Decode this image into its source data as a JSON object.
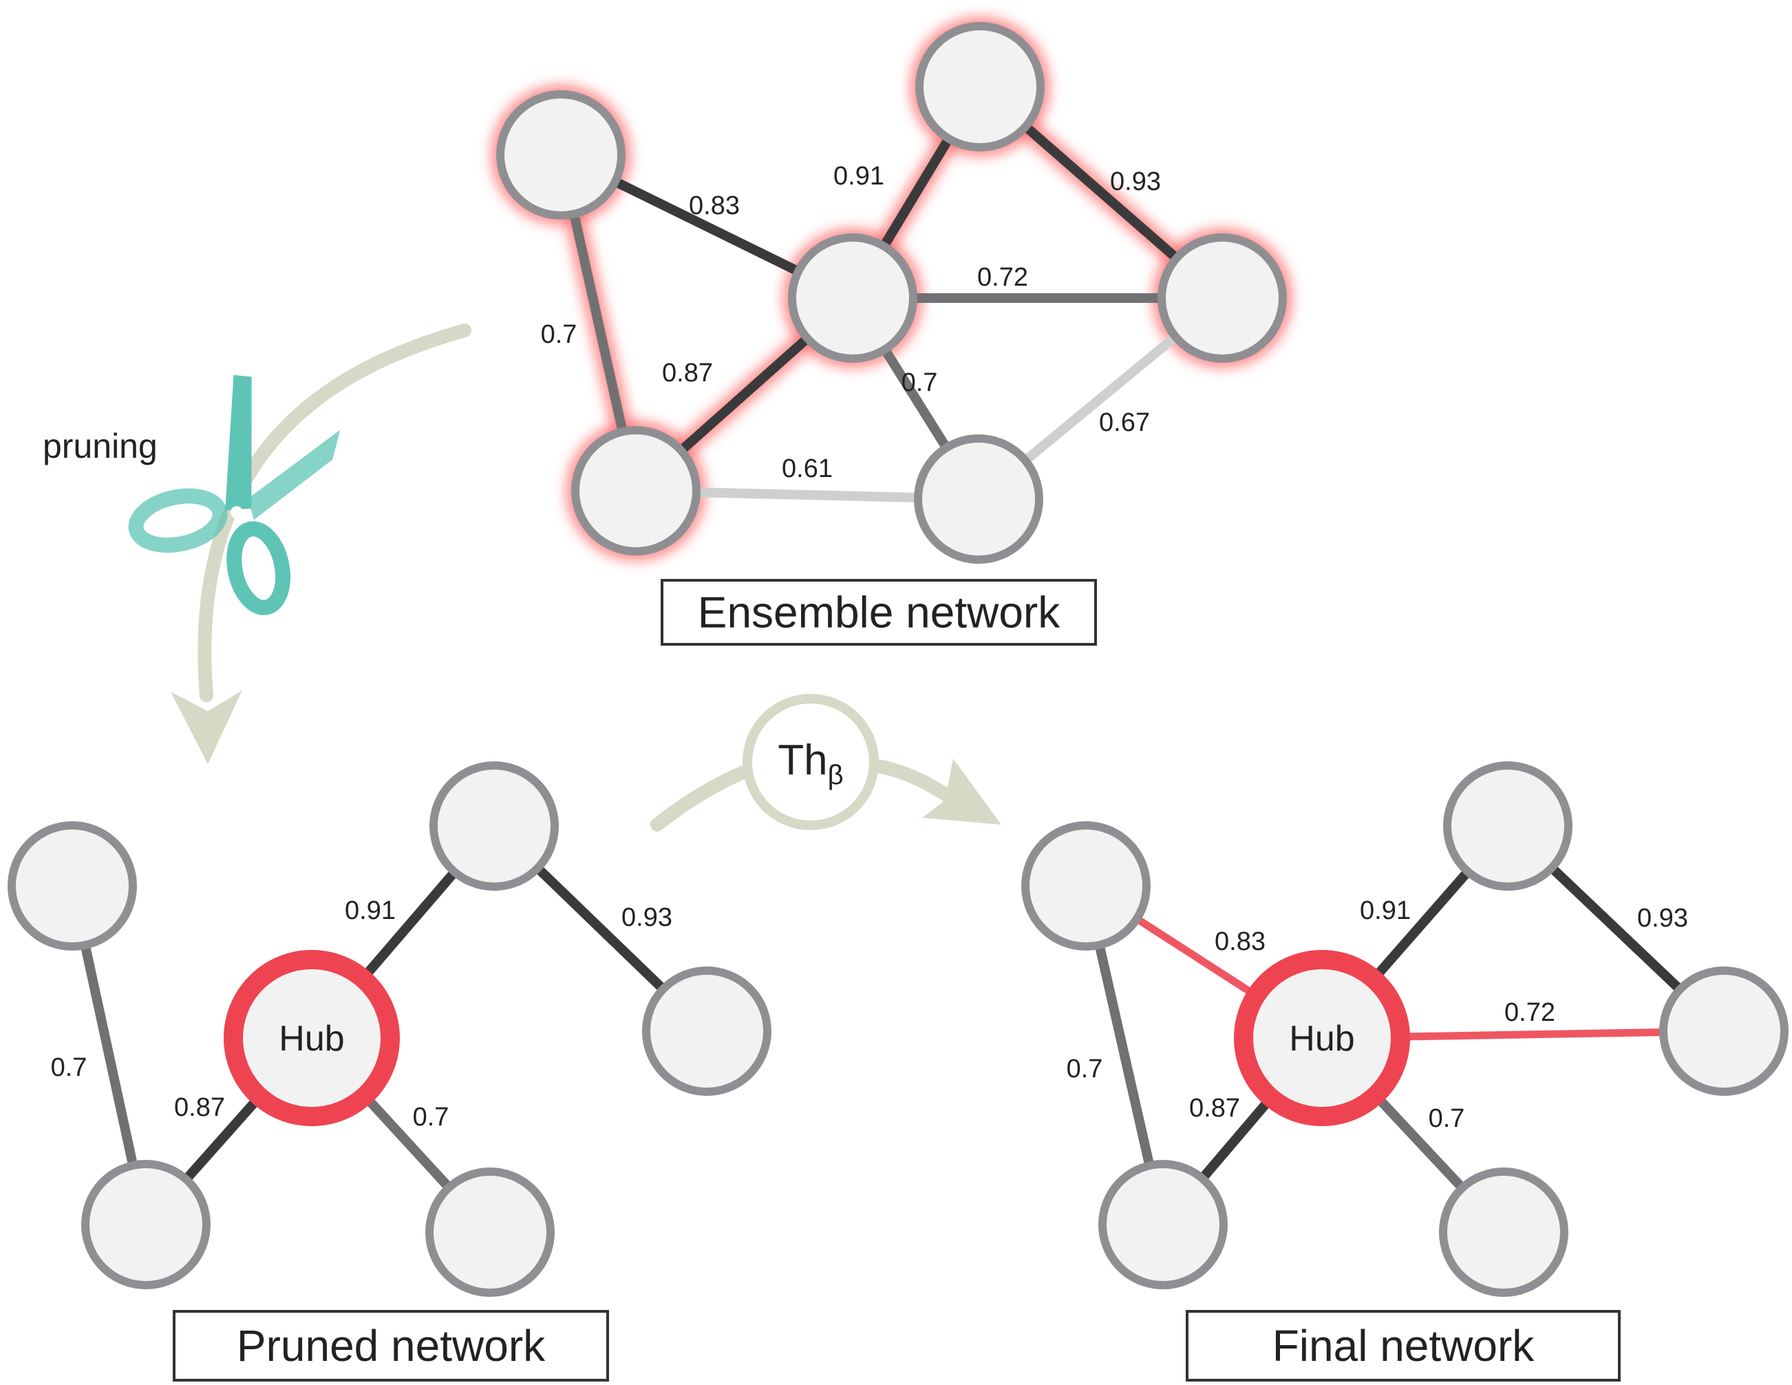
{
  "colors": {
    "edge_dark": "#3a3a3c",
    "edge_mid": "#717174",
    "edge_light": "#cfcfd1",
    "edge_added": "#ee4451",
    "node_fill": "#f2f2f2",
    "node_stroke": "#8f8f93",
    "hub": "#ee4451",
    "glow": "#ff6b6b",
    "arrow": "#d8d8c6",
    "scissors": "#5ec4b6"
  },
  "icons": {
    "pruning": "scissors-icon"
  },
  "pruning_label": "pruning",
  "threshold": {
    "main": "Th",
    "sub": "β"
  },
  "hub_label": "Hub",
  "networks": [
    {
      "id": "ensemble",
      "caption": "Ensemble network",
      "nodes": [
        {
          "id": "a",
          "glow": true
        },
        {
          "id": "b",
          "glow": true
        },
        {
          "id": "c",
          "glow": true
        },
        {
          "id": "d",
          "glow": true
        },
        {
          "id": "e",
          "glow": true
        },
        {
          "id": "f",
          "glow": false
        }
      ],
      "edges": [
        {
          "from": "a",
          "to": "c",
          "weight": "0.83",
          "shade": "dark"
        },
        {
          "from": "a",
          "to": "e",
          "weight": "0.7",
          "shade": "mid",
          "glow": true
        },
        {
          "from": "c",
          "to": "b",
          "weight": "0.91",
          "shade": "dark",
          "glow": true
        },
        {
          "from": "b",
          "to": "d",
          "weight": "0.93",
          "shade": "dark",
          "glow": true
        },
        {
          "from": "c",
          "to": "d",
          "weight": "0.72",
          "shade": "mid"
        },
        {
          "from": "c",
          "to": "e",
          "weight": "0.87",
          "shade": "dark",
          "glow": true
        },
        {
          "from": "c",
          "to": "f",
          "weight": "0.7",
          "shade": "mid"
        },
        {
          "from": "d",
          "to": "f",
          "weight": "0.67",
          "shade": "light"
        },
        {
          "from": "e",
          "to": "f",
          "weight": "0.61",
          "shade": "light"
        }
      ]
    },
    {
      "id": "pruned",
      "caption": "Pruned network",
      "nodes": [
        {
          "id": "a"
        },
        {
          "id": "b"
        },
        {
          "id": "c",
          "hub": true
        },
        {
          "id": "d"
        },
        {
          "id": "e"
        },
        {
          "id": "f"
        }
      ],
      "edges": [
        {
          "from": "a",
          "to": "e",
          "weight": "0.7",
          "shade": "mid"
        },
        {
          "from": "c",
          "to": "b",
          "weight": "0.91",
          "shade": "dark"
        },
        {
          "from": "b",
          "to": "d",
          "weight": "0.93",
          "shade": "dark"
        },
        {
          "from": "c",
          "to": "e",
          "weight": "0.87",
          "shade": "dark"
        },
        {
          "from": "c",
          "to": "f",
          "weight": "0.7",
          "shade": "mid"
        }
      ]
    },
    {
      "id": "final",
      "caption": "Final network",
      "nodes": [
        {
          "id": "a"
        },
        {
          "id": "b"
        },
        {
          "id": "c",
          "hub": true
        },
        {
          "id": "d"
        },
        {
          "id": "e"
        },
        {
          "id": "f"
        }
      ],
      "edges": [
        {
          "from": "a",
          "to": "c",
          "weight": "0.83",
          "shade": "added"
        },
        {
          "from": "a",
          "to": "e",
          "weight": "0.7",
          "shade": "mid"
        },
        {
          "from": "c",
          "to": "b",
          "weight": "0.91",
          "shade": "dark"
        },
        {
          "from": "b",
          "to": "d",
          "weight": "0.93",
          "shade": "dark"
        },
        {
          "from": "c",
          "to": "d",
          "weight": "0.72",
          "shade": "added"
        },
        {
          "from": "c",
          "to": "e",
          "weight": "0.87",
          "shade": "dark"
        },
        {
          "from": "c",
          "to": "f",
          "weight": "0.7",
          "shade": "mid"
        }
      ]
    }
  ]
}
